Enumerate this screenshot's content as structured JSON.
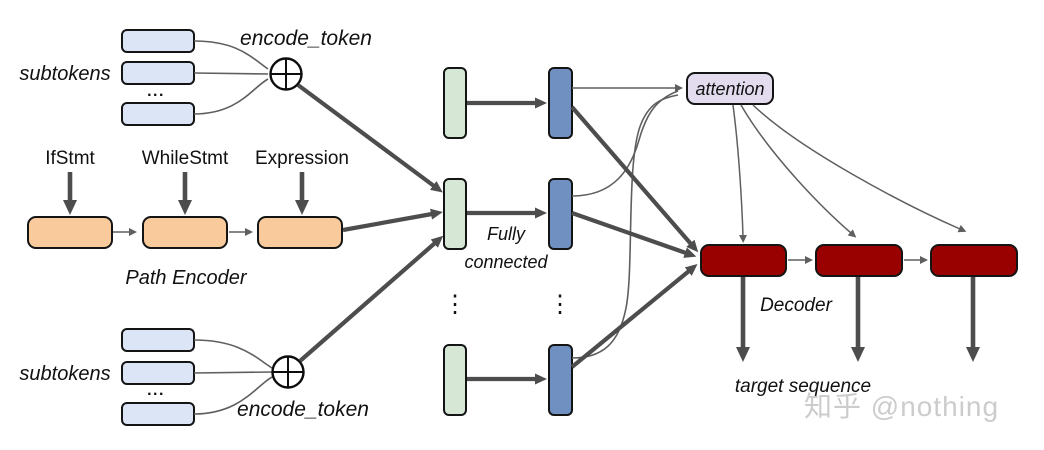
{
  "labels": {
    "subtokens_top": "subtokens",
    "encode_token_top": "encode_token",
    "subtokens_bottom": "subtokens",
    "encode_token_bottom": "encode_token",
    "path_nodes": [
      "IfStmt",
      "WhileStmt",
      "Expression"
    ],
    "path_encoder": "Path Encoder",
    "fully_connected_line1": "Fully",
    "fully_connected_line2": "connected",
    "attention": "attention",
    "decoder": "Decoder",
    "target_sequence": "target sequence",
    "ellipsis_h_top": "...",
    "ellipsis_h_bottom": "...",
    "ellipsis_v_green": "⋮",
    "ellipsis_v_blue": "⋮",
    "watermark": "知乎 @nothing"
  },
  "colors": {
    "background": "#ffffff",
    "subtoken_fill": "#dbe5f6",
    "orange_fill": "#f9ca9c",
    "green_fill": "#d6e8d5",
    "blue_fill": "#7090c2",
    "red_fill": "#990000",
    "attention_fill": "#e3dcee",
    "border_dark": "#141414",
    "arrow_thick": "#4d4d4d",
    "arrow_thin": "#5f5f5f",
    "watermark_gray": "#c7c7c7"
  }
}
